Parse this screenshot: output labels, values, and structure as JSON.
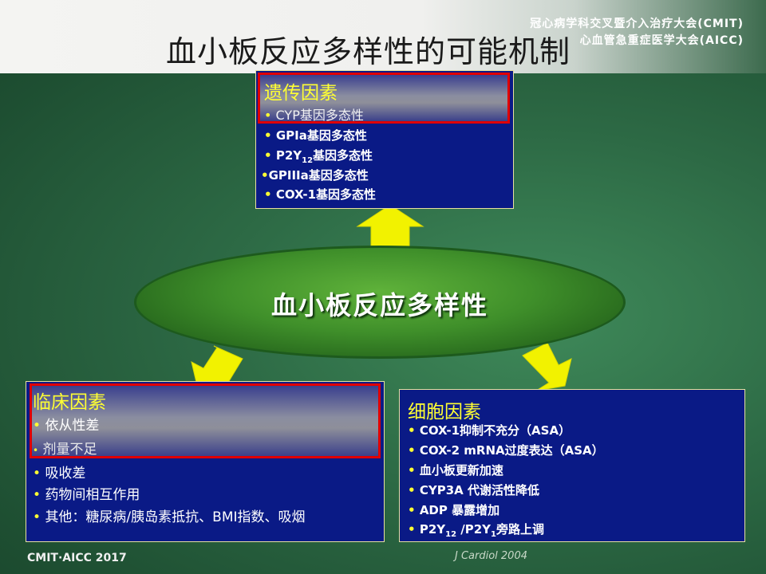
{
  "org": {
    "line1": "冠心病学科交叉暨介入治疗大会(CMIT)",
    "line2": "心血管急重症医学大会(AICC)"
  },
  "title": "血小板反应多样性的可能机制",
  "center": {
    "label": "血小板反应多样性"
  },
  "genetic": {
    "title": "遗传因素",
    "items": [
      "CYP基因多态性",
      "GPIa基因多态性",
      "P2Y",
      "GPIIIa基因多态性",
      "COX-1基因多态性"
    ],
    "p2y_sub": "12",
    "p2y_rest": "基因多态性"
  },
  "clinical": {
    "title": "临床因素",
    "items": [
      "依从性差",
      "剂量不足",
      "吸收差",
      "药物间相互作用",
      "其他：糖尿病/胰岛素抵抗、BMI指数、吸烟"
    ]
  },
  "cellular": {
    "title": "细胞因素",
    "items": [
      "COX-1抑制不充分（ASA）",
      "COX-2 mRNA过度表达（ASA）",
      "血小板更新加速",
      "CYP3A 代谢活性降低",
      "ADP 暴露增加"
    ],
    "last": {
      "a": "P2Y",
      "sub1": "12",
      "b": " /P2Y",
      "sub2": "1",
      "c": "旁路上调"
    }
  },
  "footer": {
    "left": "CMIT·AICC 2017",
    "citation": "J Cardiol 2004"
  },
  "colors": {
    "box_bg": "#0a1a86",
    "title_yellow": "#ffff33",
    "arrow_yellow": "#f2f200",
    "highlight_red": "#e00000"
  }
}
